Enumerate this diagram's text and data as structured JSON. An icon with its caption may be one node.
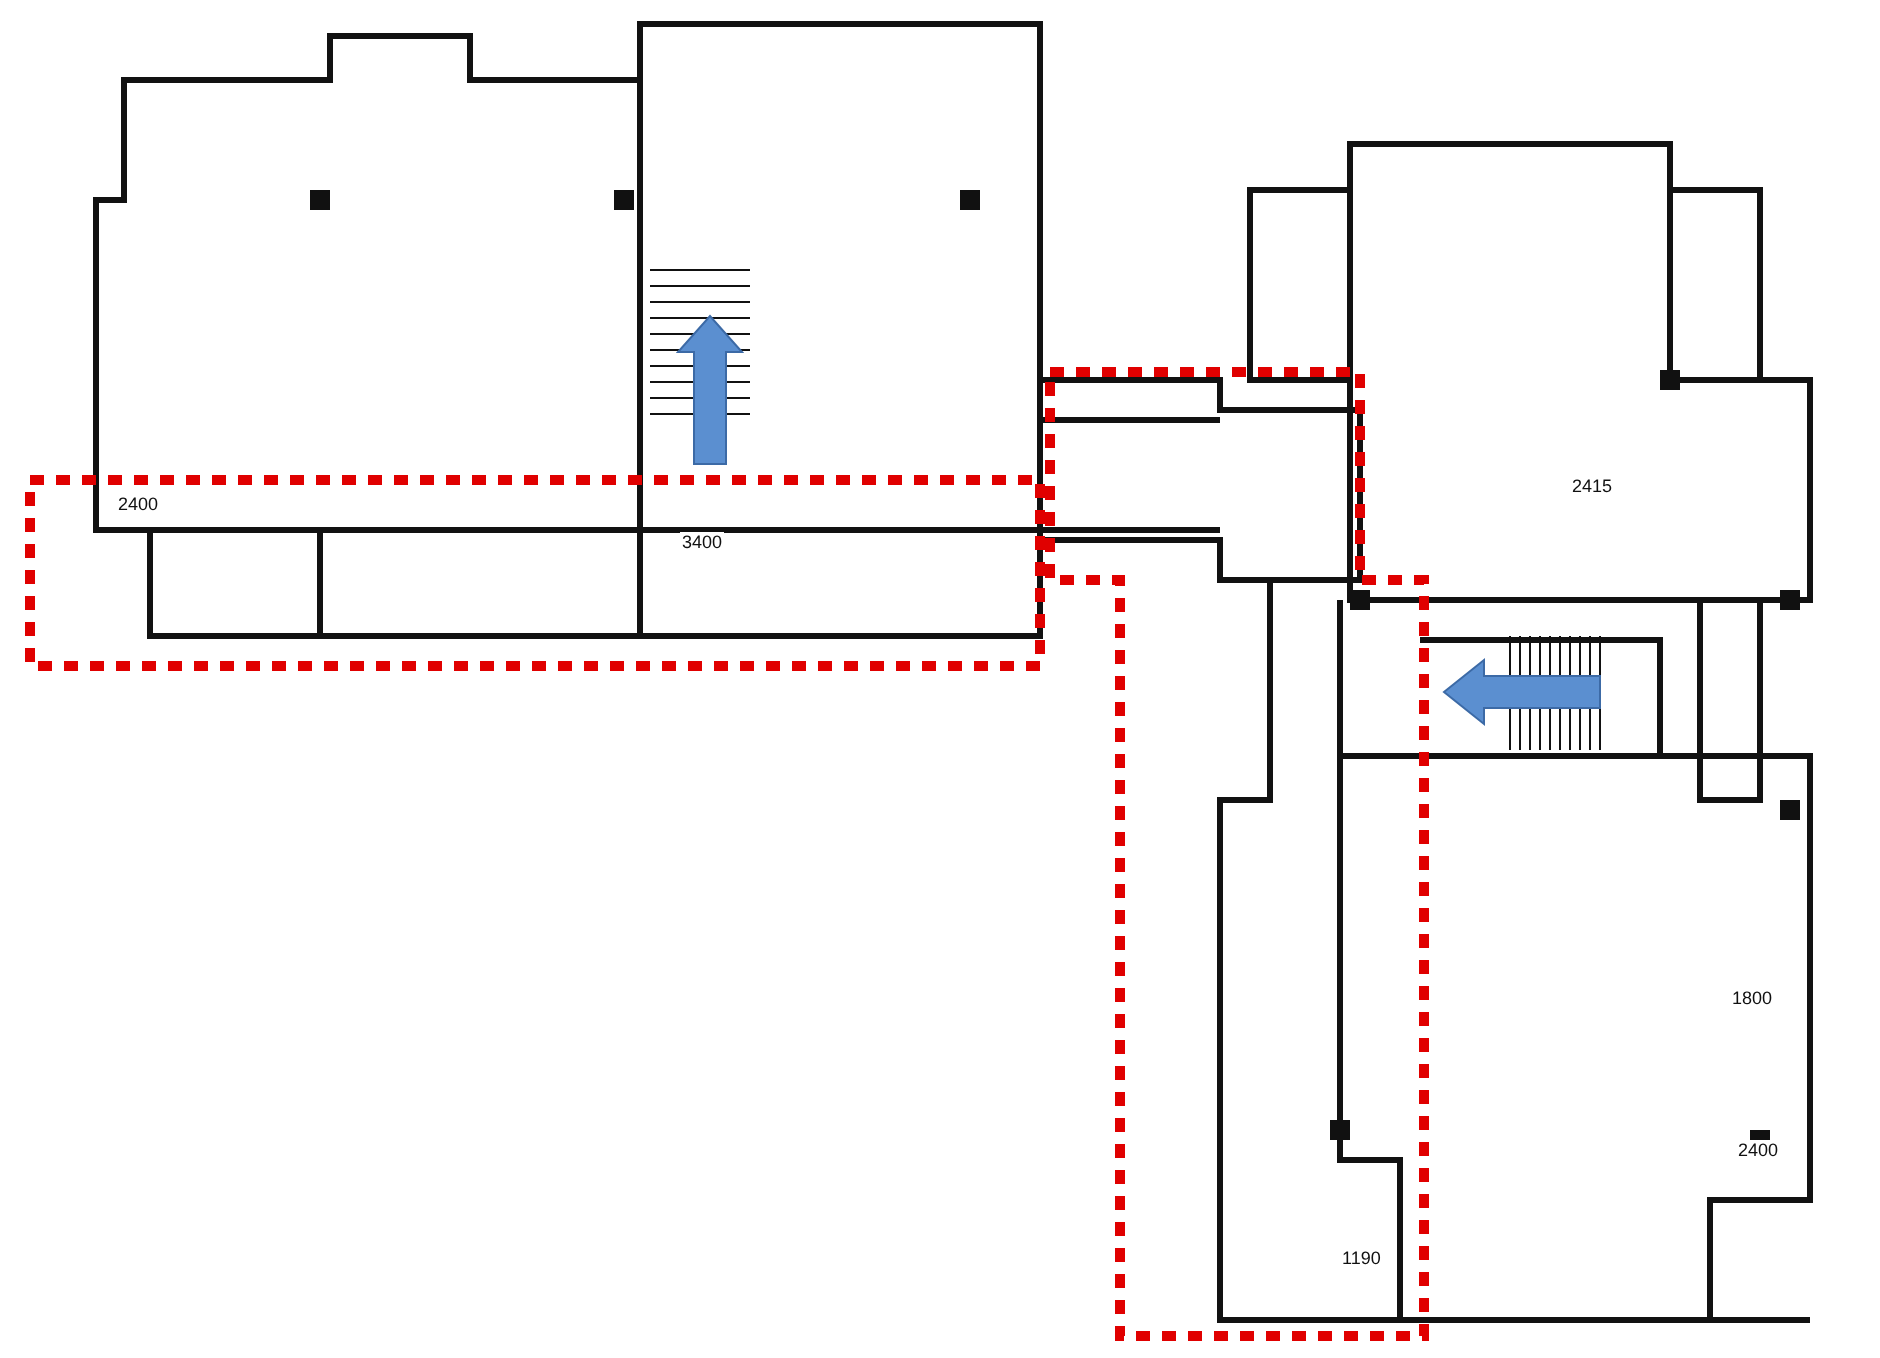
{
  "diagram": {
    "labels": [
      "2400",
      "3400",
      "2415",
      "1800",
      "2400",
      "1190"
    ]
  }
}
